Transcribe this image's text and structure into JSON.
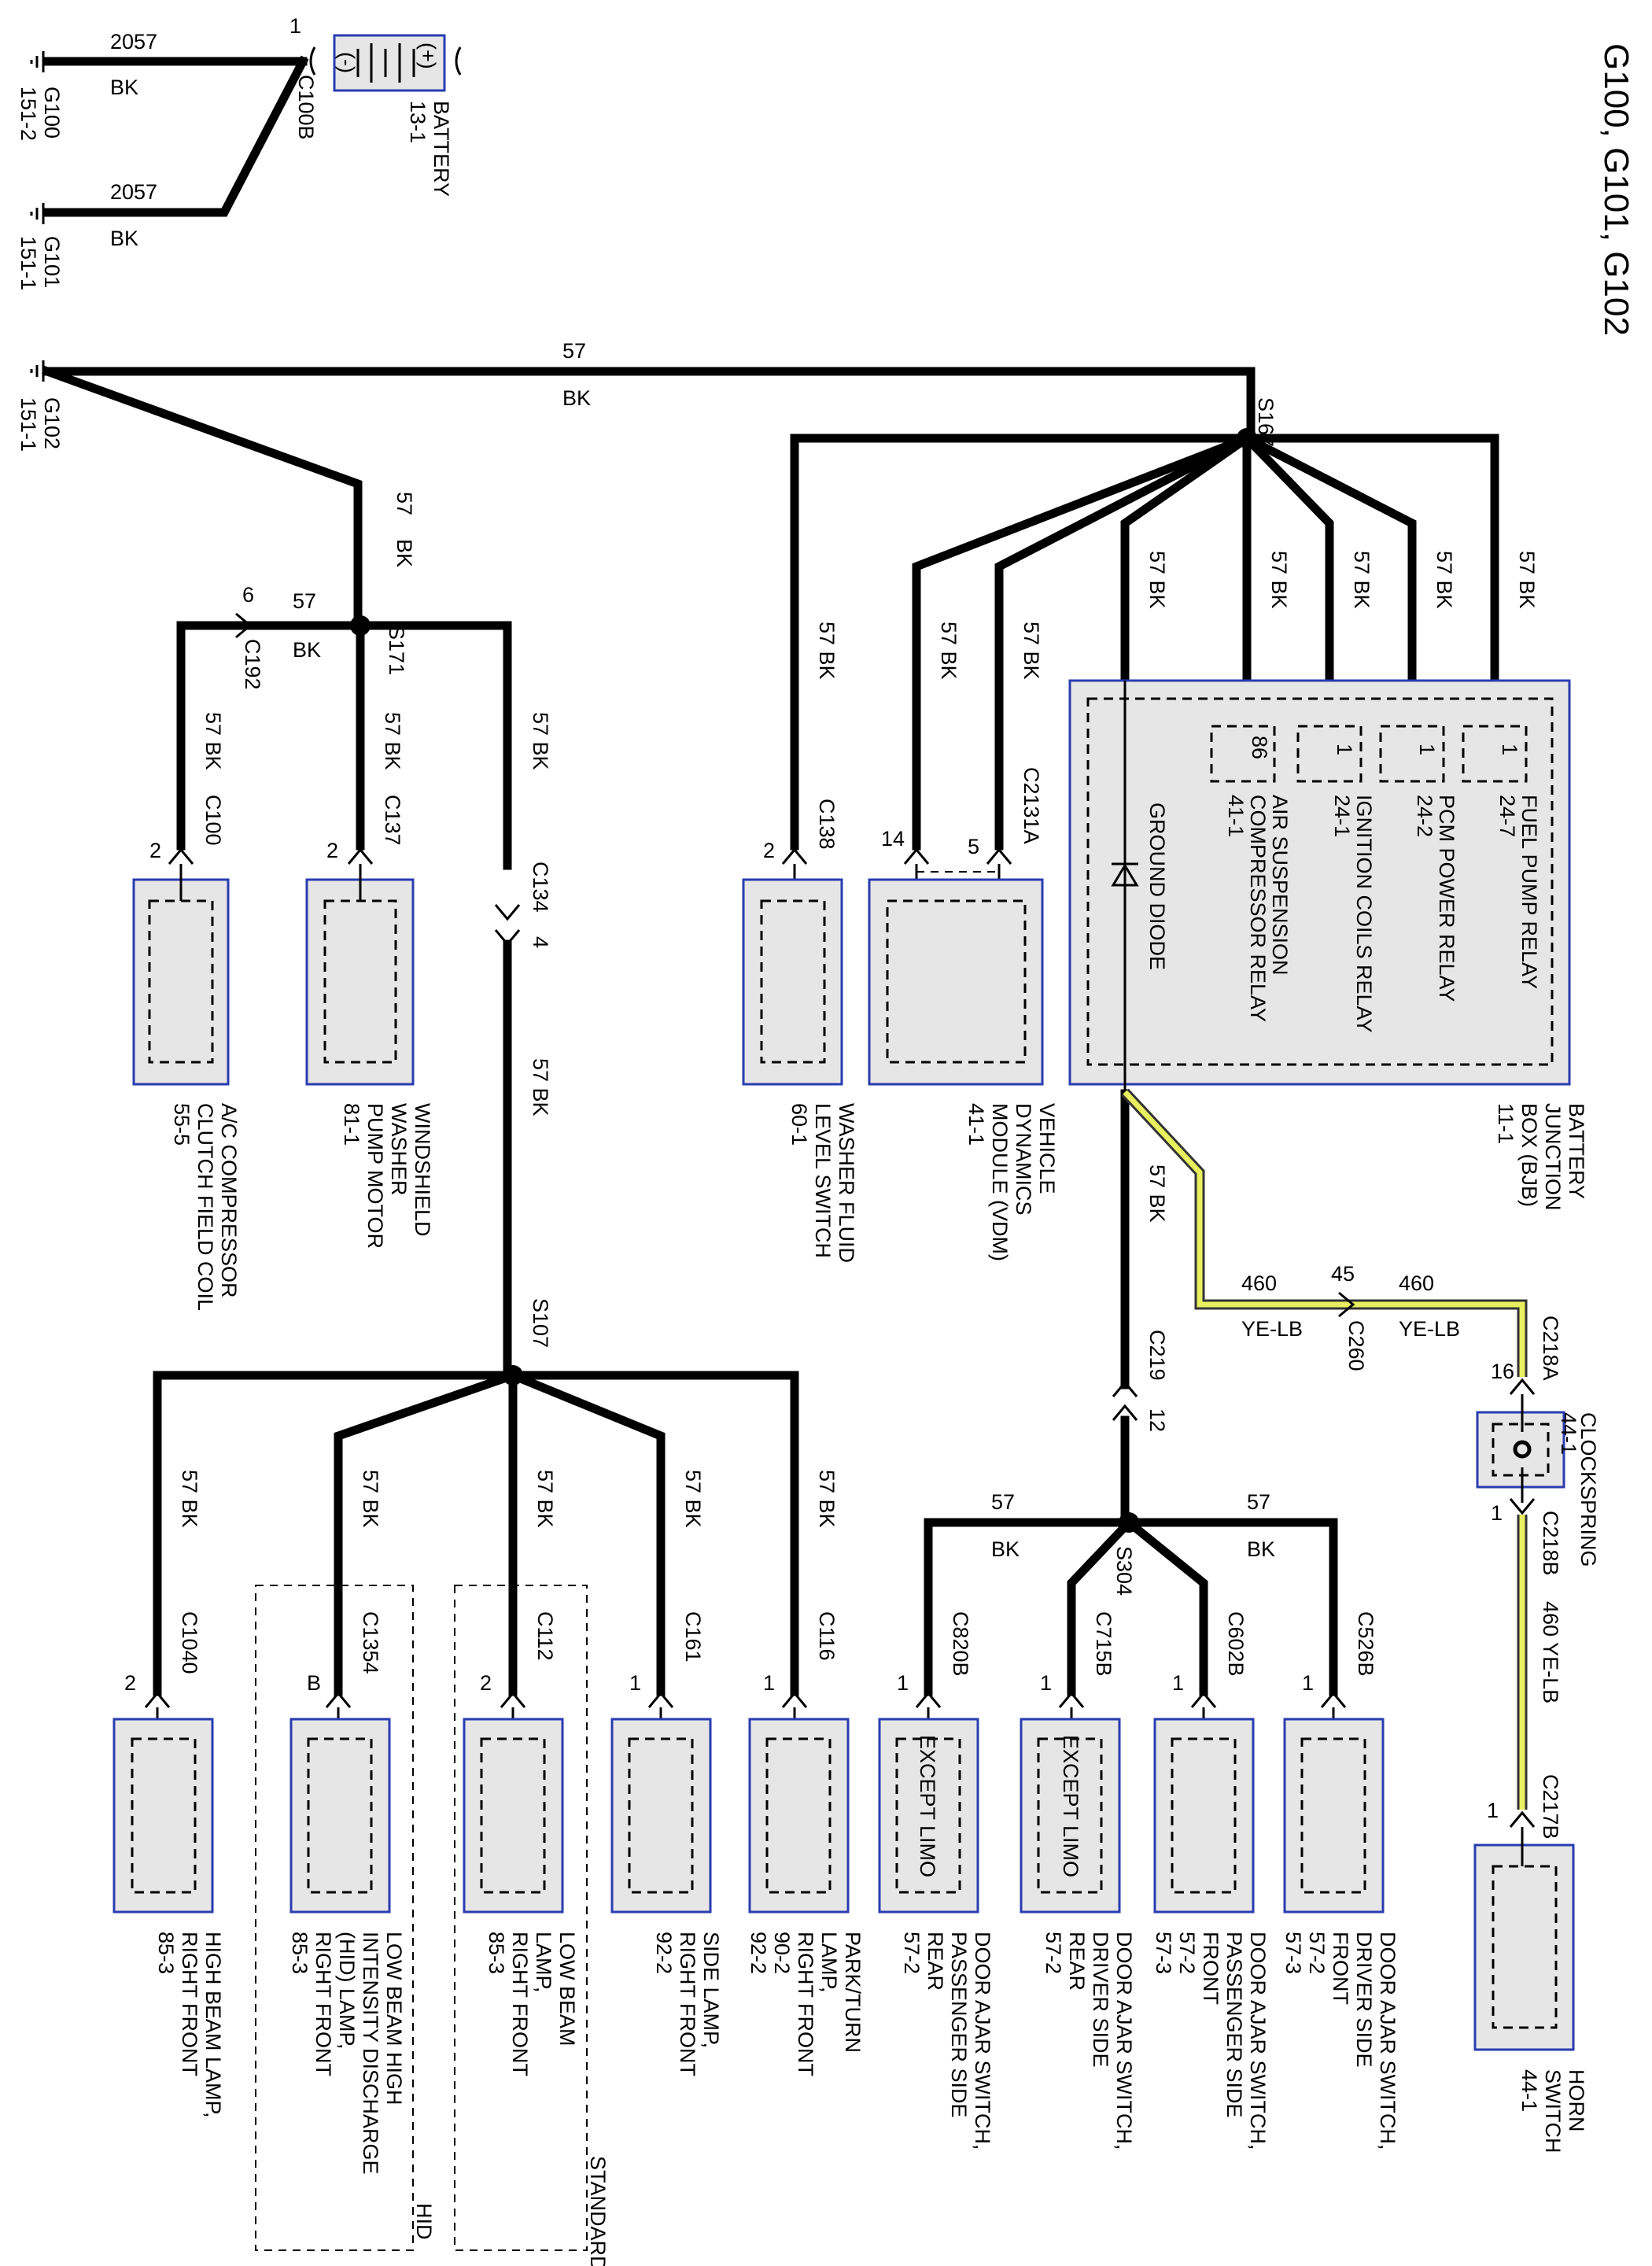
{
  "page_title": "G100, G101, G102",
  "wire_labels": {
    "w2057": "2057",
    "w57": "57",
    "w460": "460",
    "bk": "BK",
    "yelb": "YE-LB",
    "w460yelb": "460 YE-LB",
    "w57bk": "57 BK"
  },
  "grounds": [
    {
      "name": "G100",
      "page": "151-2"
    },
    {
      "name": "G101",
      "page": "151-1"
    },
    {
      "name": "G102",
      "page": "151-1"
    }
  ],
  "battery": {
    "label": "BATTERY",
    "page": "13-1",
    "connector": "C100B",
    "pin": "1",
    "minus": "(-)",
    "plus": "(+)"
  },
  "splices": {
    "s167": "S167",
    "s171": "S171",
    "s107": "S107",
    "s304": "S304"
  },
  "connectors": {
    "c192": "C192",
    "c192_pin": "6",
    "c100": "C100",
    "c100_pin": "2",
    "c137": "C137",
    "c137_pin": "2",
    "c134": "C134",
    "c134_pin": "4",
    "c138": "C138",
    "c138_pin": "2",
    "c2131a": "C2131A",
    "c2131a_pin14": "14",
    "c2131a_pin5": "5",
    "c260": "C260",
    "c260_pin": "45",
    "c218a": "C218A",
    "c218a_pin": "16",
    "c218b": "C218B",
    "c218b_pin": "1",
    "c217b": "C217B",
    "c217b_pin": "1",
    "c219": "C219",
    "c219_pin": "12",
    "c1040": "C1040",
    "c1040_pin": "2",
    "c1354": "C1354",
    "c1354_pin": "B",
    "c112": "C112",
    "c112_pin": "2",
    "c161": "C161",
    "c161_pin": "1",
    "c116": "C116",
    "c116_pin": "1",
    "c820b": "C820B",
    "c820b_pin": "1",
    "c715b": "C715B",
    "c715b_pin": "1",
    "c602b": "C602B",
    "c602b_pin": "1",
    "c526b": "C526B",
    "c526b_pin": "1"
  },
  "bjb": {
    "lines": [
      "BATTERY",
      "JUNCTION",
      "BOX (BJB)",
      "11-1"
    ],
    "ground_diode": "GROUND DIODE",
    "relays": [
      {
        "pin": "86",
        "lines": [
          "AIR SUSPENSION",
          "COMPRESSOR RELAY",
          "41-1"
        ]
      },
      {
        "pin": "1",
        "lines": [
          "IGNITION COILS RELAY",
          "24-1"
        ]
      },
      {
        "pin": "1",
        "lines": [
          "PCM POWER RELAY",
          "24-2"
        ]
      },
      {
        "pin": "1",
        "lines": [
          "FUEL PUMP RELAY",
          "24-7"
        ]
      }
    ]
  },
  "components": {
    "ac_clutch": [
      "A/C COMPRESSOR",
      "CLUTCH FIELD COIL",
      "55-5"
    ],
    "washer_pump": [
      "WINDSHIELD",
      "WASHER",
      "PUMP MOTOR",
      "81-1"
    ],
    "washer_switch": [
      "WASHER FLUID",
      "LEVEL SWITCH",
      "60-1"
    ],
    "vdm": [
      "VEHICLE",
      "DYNAMICS",
      "MODULE (VDM)",
      "41-1"
    ],
    "clockspring": [
      "CLOCKSPRING",
      "44-1"
    ],
    "horn_switch": [
      "HORN",
      "SWITCH",
      "44-1"
    ],
    "high_beam": [
      "HIGH BEAM LAMP,",
      "RIGHT FRONT",
      "85-3"
    ],
    "low_beam_hid": [
      "LOW BEAM HIGH",
      "INTENSITY DISCHARGE",
      "(HID) LAMP,",
      "RIGHT FRONT",
      "85-3"
    ],
    "low_beam": [
      "LOW BEAM",
      "LAMP,",
      "RIGHT FRONT",
      "85-3"
    ],
    "side_lamp": [
      "SIDE LAMP,",
      "RIGHT FRONT",
      "92-2"
    ],
    "park_turn": [
      "PARK/TURN",
      "LAMP,",
      "RIGHT FRONT",
      "90-2",
      "92-2"
    ],
    "door_pass_rear": [
      "DOOR AJAR SWITCH,",
      "PASSENGER SIDE",
      "REAR",
      "57-2"
    ],
    "door_drv_rear": [
      "DOOR AJAR SWITCH,",
      "DRIVER SIDE",
      "REAR",
      "57-2"
    ],
    "door_pass_front": [
      "DOOR AJAR SWITCH,",
      "PASSENGER SIDE",
      "FRONT",
      "57-2",
      "57-3"
    ],
    "door_drv_front": [
      "DOOR AJAR SWITCH,",
      "DRIVER SIDE",
      "FRONT",
      "57-2",
      "57-3"
    ]
  },
  "options": {
    "hid": "HID",
    "standard": "STANDARD",
    "except_limo": "EXCEPT LIMO"
  }
}
